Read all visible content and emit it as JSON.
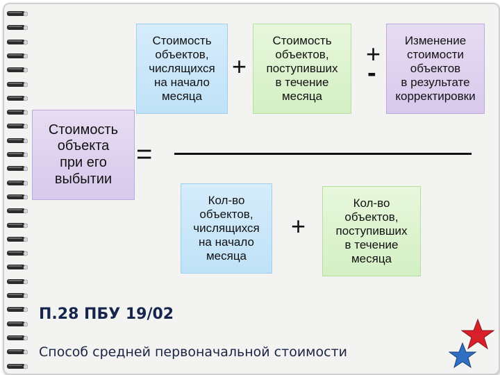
{
  "boxes": {
    "value_at_disposal": "Стоимость\nобъекта\nпри его\nвыбытии",
    "value_at_month_start": "Стоимость\nобъектов,\nчислящихся\nна начало\nмесяца",
    "value_received": "Стоимость\nобъектов,\nпоступивших\nв течение\nмесяца",
    "value_adjustment": "Изменение\nстоимости\nобъектов\nв результате\nкорректировки",
    "count_at_month_start": "Кол-во\nобъектов,\nчислящихся\nна начало\nмесяца",
    "count_received": "Кол-во\nобъектов,\nпоступивших\nв течение\nмесяца"
  },
  "operators": {
    "equals": "=",
    "plus_top": "+",
    "plus_minus_plus": "+",
    "plus_minus_minus": "-",
    "plus_bottom": "+"
  },
  "reference": "П.28 ПБУ 19/02",
  "caption": "Способ средней первоначальной стоимости",
  "colors": {
    "blue_box": "#c8e6f9",
    "green_box": "#daf2cb",
    "purple_box": "#ddd0ee",
    "reference_text": "#15254c",
    "caption_text": "#1b2444",
    "star_red": "#d8202c",
    "star_blue": "#2f6fc4"
  },
  "icons": [
    "binder-rings",
    "red-star-icon",
    "blue-star-icon"
  ]
}
